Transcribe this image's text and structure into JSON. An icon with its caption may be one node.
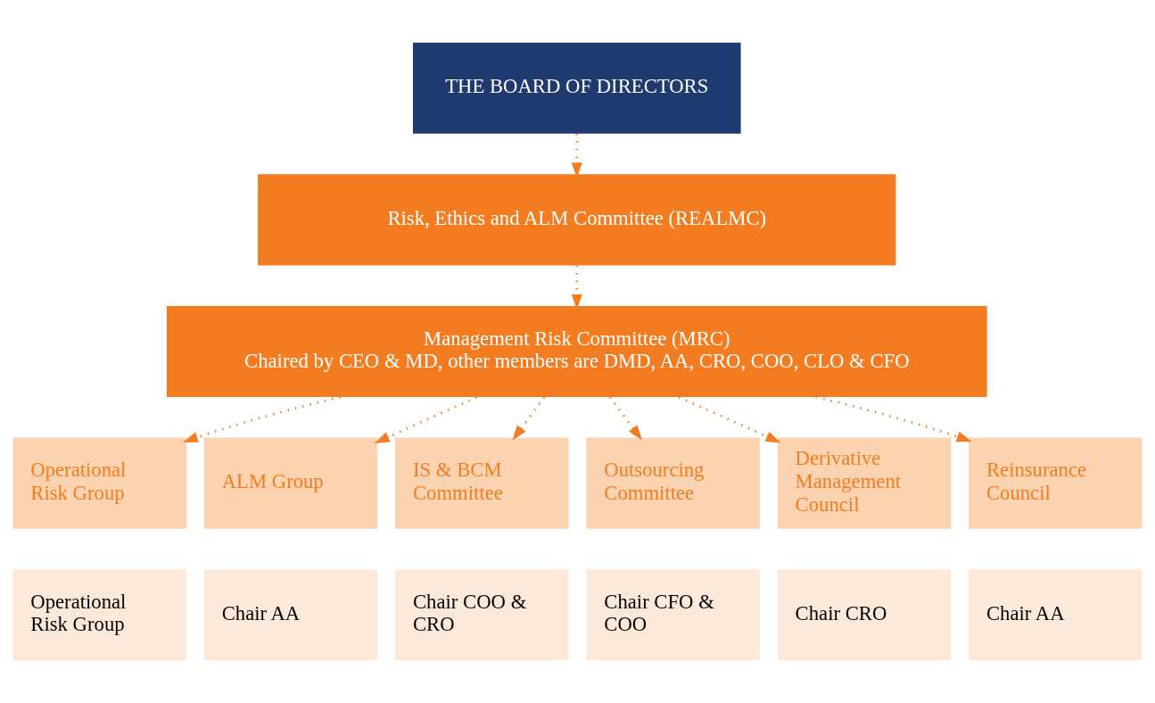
{
  "diagram": {
    "nodes": [
      {
        "text": [
          "THE BOARD OF DIRECTORS"
        ]
      },
      {
        "text": [
          "Risk, Ethics and ALM Committee (REALMC)"
        ]
      },
      {
        "text": [
          "Management Risk Committee (MRC)",
          "Chaired by CEO & MD, other members are DMD, AA, CRO, COO, CLO & CFO"
        ]
      },
      {
        "text": [
          "Operational Risk Group"
        ]
      },
      {
        "text": [
          "Operational Risk Group"
        ]
      },
      {
        "text": [
          "ALM Group"
        ]
      },
      {
        "text": [
          "Chair AA"
        ]
      },
      {
        "text": [
          "IS & BCM Committee"
        ]
      },
      {
        "text": [
          "Chair COO & CRO"
        ]
      },
      {
        "text": [
          "Outsourcing Committee"
        ]
      },
      {
        "text": [
          "Chair CFO & COO"
        ]
      },
      {
        "text": [
          "Derivative Management Council"
        ]
      },
      {
        "text": [
          "Chair CRO"
        ]
      },
      {
        "text": [
          "Reinsurance Council"
        ]
      },
      {
        "text": [
          "Chair AA"
        ]
      }
    ],
    "edges": [
      {
        "from": 0,
        "to": 1,
        "arrow": "to"
      },
      {
        "from": 1,
        "to": 2,
        "arrow": "to"
      },
      {
        "from": 2,
        "to": 3,
        "arrow": "to"
      },
      {
        "from": 2,
        "to": 5,
        "arrow": "to"
      },
      {
        "from": 2,
        "to": 7,
        "arrow": "to"
      },
      {
        "from": 2,
        "to": 9,
        "arrow": "to"
      },
      {
        "from": 2,
        "to": 11,
        "arrow": "to"
      },
      {
        "from": 2,
        "to": 13,
        "arrow": "to"
      }
    ]
  }
}
